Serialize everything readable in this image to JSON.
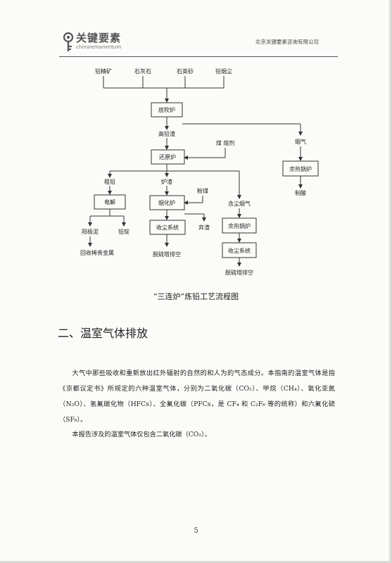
{
  "header": {
    "logo_main": "关键要素",
    "logo_sub": "chinaremanentum",
    "company": "北京关键要素咨询有限公司"
  },
  "diagram": {
    "inputs": [
      "铅精矿",
      "石灰石",
      "石英砂",
      "铅烟尘"
    ],
    "bottom_blowing_furnace": "底吹炉",
    "high_lead_slag": "高铅渣",
    "coal_flux": "煤  熔剂",
    "reduction_furnace": "还原炉",
    "flue_gas": "烟气",
    "waste_heat_boiler_1": "余热锅炉",
    "acid_making": "制酸",
    "crude_lead": "粗铅",
    "electrolysis": "电解",
    "anode_slime": "阳极泥",
    "lead_ingot": "铅锭",
    "precious_metal_recovery": "回收稀贵金属",
    "furnace_slag": "炉渣",
    "fuming_furnace": "烟化炉",
    "pulverized_coal": "粉煤",
    "dust_collection_1": "收尘系统",
    "discard_slag": "弃渣",
    "desulfurization_1": "脱硫塔排空",
    "dusty_flue_gas": "含尘烟气",
    "waste_heat_boiler_2": "余热锅炉",
    "dust_collection_2": "收尘系统",
    "desulfurization_2": "脱硫塔排空"
  },
  "caption": "“三连炉”炼铅工艺流程图",
  "section_title": "二、温室气体排放",
  "paragraph_1": "大气中那些吸收和重新放出红外辐射的自然的和人为的气态成分。本指南的温室气体是指《京都议定书》所规定的六种温室气体，分别为二氧化碳（CO₂）、甲烷（CH₄）、氧化亚氮（N₂O）、氢氟碳化物（HFCs）、全氟化碳（PFCs，是 CF₄ 和 C₂F₆ 等的统称）和六氟化硫（SF₆）。",
  "paragraph_2": "本报告涉及的温室气体仅包含二氧化碳（CO₂）。",
  "page_number": "5"
}
